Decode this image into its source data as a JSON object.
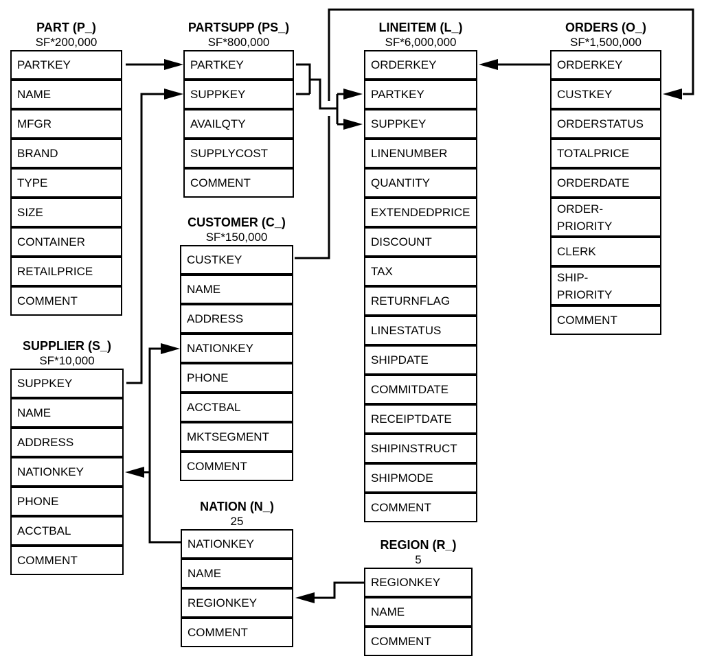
{
  "colors": {
    "background": "#ffffff",
    "line": "#000000",
    "text": "#000000"
  },
  "tables": {
    "part": {
      "title": "PART (P_)",
      "subtitle": "SF*200,000",
      "fields": [
        "PARTKEY",
        "NAME",
        "MFGR",
        "BRAND",
        "TYPE",
        "SIZE",
        "CONTAINER",
        "RETAILPRICE",
        "COMMENT"
      ]
    },
    "partsupp": {
      "title": "PARTSUPP (PS_)",
      "subtitle": "SF*800,000",
      "fields": [
        "PARTKEY",
        "SUPPKEY",
        "AVAILQTY",
        "SUPPLYCOST",
        "COMMENT"
      ]
    },
    "lineitem": {
      "title": "LINEITEM (L_)",
      "subtitle": "SF*6,000,000",
      "fields": [
        "ORDERKEY",
        "PARTKEY",
        "SUPPKEY",
        "LINENUMBER",
        "QUANTITY",
        "EXTENDEDPRICE",
        "DISCOUNT",
        "TAX",
        "RETURNFLAG",
        "LINESTATUS",
        "SHIPDATE",
        "COMMITDATE",
        "RECEIPTDATE",
        "SHIPINSTRUCT",
        "SHIPMODE",
        "COMMENT"
      ]
    },
    "orders": {
      "title": "ORDERS (O_)",
      "subtitle": "SF*1,500,000",
      "fields": [
        "ORDERKEY",
        "CUSTKEY",
        "ORDERSTATUS",
        "TOTALPRICE",
        "ORDERDATE",
        "ORDER-\nPRIORITY",
        "CLERK",
        "SHIP-\nPRIORITY",
        "COMMENT"
      ]
    },
    "customer": {
      "title": "CUSTOMER (C_)",
      "subtitle": "SF*150,000",
      "fields": [
        "CUSTKEY",
        "NAME",
        "ADDRESS",
        "NATIONKEY",
        "PHONE",
        "ACCTBAL",
        "MKTSEGMENT",
        "COMMENT"
      ]
    },
    "supplier": {
      "title": "SUPPLIER (S_)",
      "subtitle": "SF*10,000",
      "fields": [
        "SUPPKEY",
        "NAME",
        "ADDRESS",
        "NATIONKEY",
        "PHONE",
        "ACCTBAL",
        "COMMENT"
      ]
    },
    "nation": {
      "title": "NATION (N_)",
      "subtitle": "25",
      "fields": [
        "NATIONKEY",
        "NAME",
        "REGIONKEY",
        "COMMENT"
      ]
    },
    "region": {
      "title": "REGION (R_)",
      "subtitle": "5",
      "fields": [
        "REGIONKEY",
        "NAME",
        "COMMENT"
      ]
    }
  },
  "relationships": [
    {
      "from": "PART.PARTKEY",
      "to": "PARTSUPP.PARTKEY"
    },
    {
      "from": "SUPPLIER.SUPPKEY",
      "to": "PARTSUPP.SUPPKEY"
    },
    {
      "from": "PARTSUPP.PARTKEY",
      "to": "LINEITEM.PARTKEY"
    },
    {
      "from": "PARTSUPP.SUPPKEY",
      "to": "LINEITEM.SUPPKEY"
    },
    {
      "from": "ORDERS.ORDERKEY",
      "to": "LINEITEM.ORDERKEY"
    },
    {
      "from": "CUSTOMER.CUSTKEY",
      "to": "ORDERS.CUSTKEY"
    },
    {
      "from": "NATION.NATIONKEY",
      "to": "CUSTOMER.NATIONKEY"
    },
    {
      "from": "NATION.NATIONKEY",
      "to": "SUPPLIER.NATIONKEY"
    },
    {
      "from": "REGION.REGIONKEY",
      "to": "NATION.REGIONKEY"
    }
  ]
}
